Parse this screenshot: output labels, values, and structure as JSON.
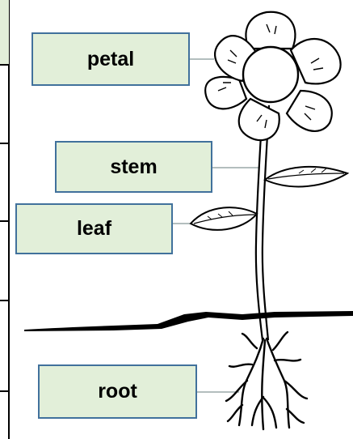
{
  "labels": {
    "petal": "petal",
    "stem": "stem",
    "leaf": "leaf",
    "root": "root"
  },
  "colors": {
    "label_fill": "#e2efd9",
    "label_border": "#41719c",
    "leader_line": "#9aa9a9",
    "outline": "#000000"
  }
}
